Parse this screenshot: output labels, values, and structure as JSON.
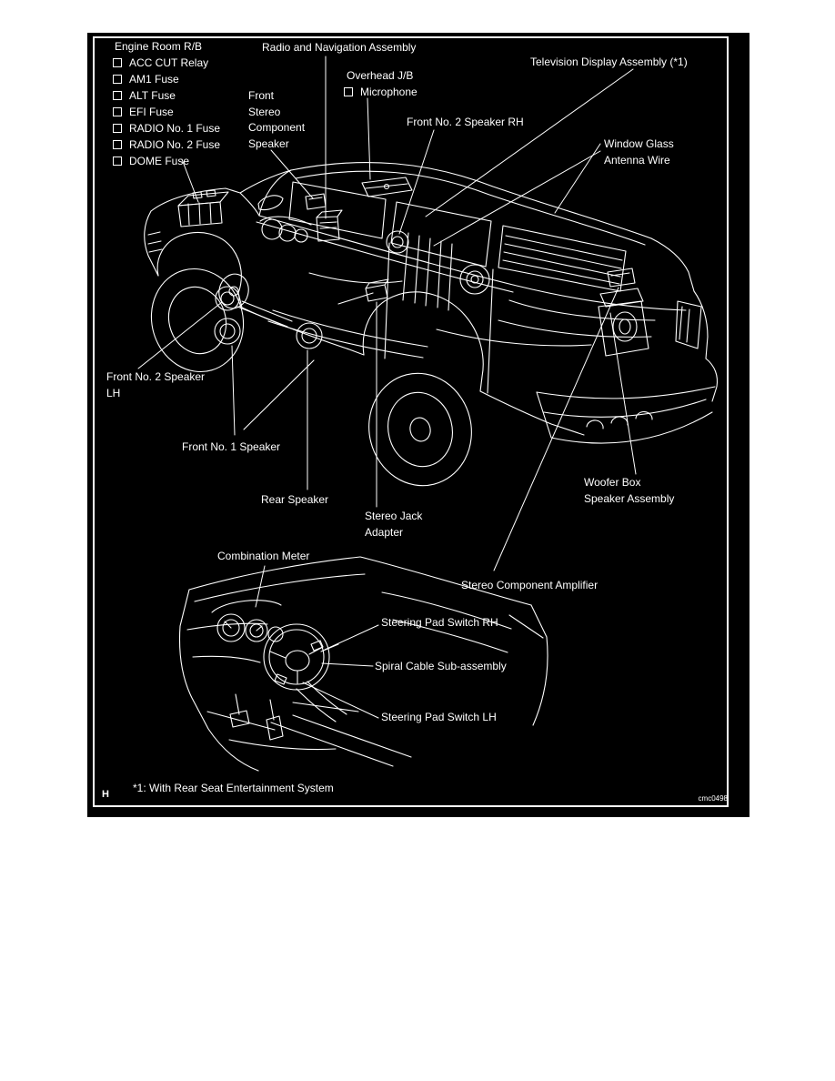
{
  "figure": {
    "footnote": "*1: With Rear Seat Entertainment System",
    "page_letter": "H",
    "figure_code": "cmc0498"
  },
  "engine_room": {
    "title": "Engine Room R/B",
    "items": [
      "ACC CUT Relay",
      "AM1 Fuse",
      "ALT Fuse",
      "EFI Fuse",
      "RADIO No. 1 Fuse",
      "RADIO No. 2 Fuse",
      "DOME Fuse"
    ]
  },
  "overhead": {
    "title": "Overhead J/B",
    "items": [
      "Microphone"
    ]
  },
  "callouts": {
    "radio_nav": "Radio and Navigation Assembly",
    "tv_display": "Television Display Assembly (*1)",
    "front_stereo_component_speaker": "Front\nStereo\nComponent\nSpeaker",
    "front_no2_rh": "Front No. 2 Speaker RH",
    "window_glass_antenna": "Window Glass\nAntenna Wire",
    "front_no2_lh": "Front No. 2 Speaker\nLH",
    "front_no1": "Front No. 1 Speaker",
    "rear_speaker": "Rear Speaker",
    "stereo_jack": "Stereo Jack\nAdapter",
    "woofer_box": "Woofer Box\nSpeaker Assembly",
    "amplifier": "Stereo Component Amplifier",
    "combination_meter": "Combination Meter",
    "steering_rh": "Steering Pad Switch RH",
    "spiral_cable": "Spiral Cable Sub-assembly",
    "steering_lh": "Steering Pad Switch LH"
  },
  "colors": {
    "panel_bg": "#000000",
    "line": "#ffffff",
    "page_bg": "#ffffff"
  }
}
